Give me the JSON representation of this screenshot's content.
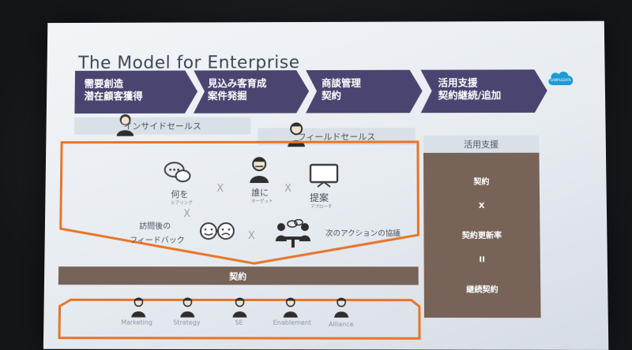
{
  "slide": {
    "title": "The Model for Enterprise",
    "logo_text": "SAMPLEDATA"
  },
  "stages": [
    {
      "line1": "需要創造",
      "line2": "潜在顧客獲得"
    },
    {
      "line1": "見込み客育成",
      "line2": "案件発掘"
    },
    {
      "line1": "商談管理",
      "line2": "契約"
    },
    {
      "line1": "活用支援",
      "line2": "契約継続/追加"
    }
  ],
  "roles": {
    "inside": "インサイドセールス",
    "field": "フィールドセールス",
    "success": "活用支援"
  },
  "activities": {
    "what": {
      "main": "何を",
      "sub": "ヒアリング"
    },
    "who": {
      "main": "誰に",
      "sub": "ターゲット"
    },
    "proposal": {
      "main": "提案",
      "sub": "アプローチ"
    },
    "feedback_line1": "訪問後の",
    "feedback_line2": "フィードバック",
    "next_action": "次のアクションの協議",
    "times": "X"
  },
  "contract_bar": "契約",
  "success_column": {
    "item1": "契約",
    "item2": "X",
    "item3": "契約更新率",
    "item4": "II",
    "item5": "継続契約"
  },
  "team": [
    "Marketing",
    "Strategy",
    "SE",
    "Enablement",
    "Alliance"
  ],
  "colors": {
    "stage_purple": "#4a4570",
    "brown": "#776358",
    "accent_orange": "#e8742a",
    "role_bar": "#d8e1e8"
  }
}
